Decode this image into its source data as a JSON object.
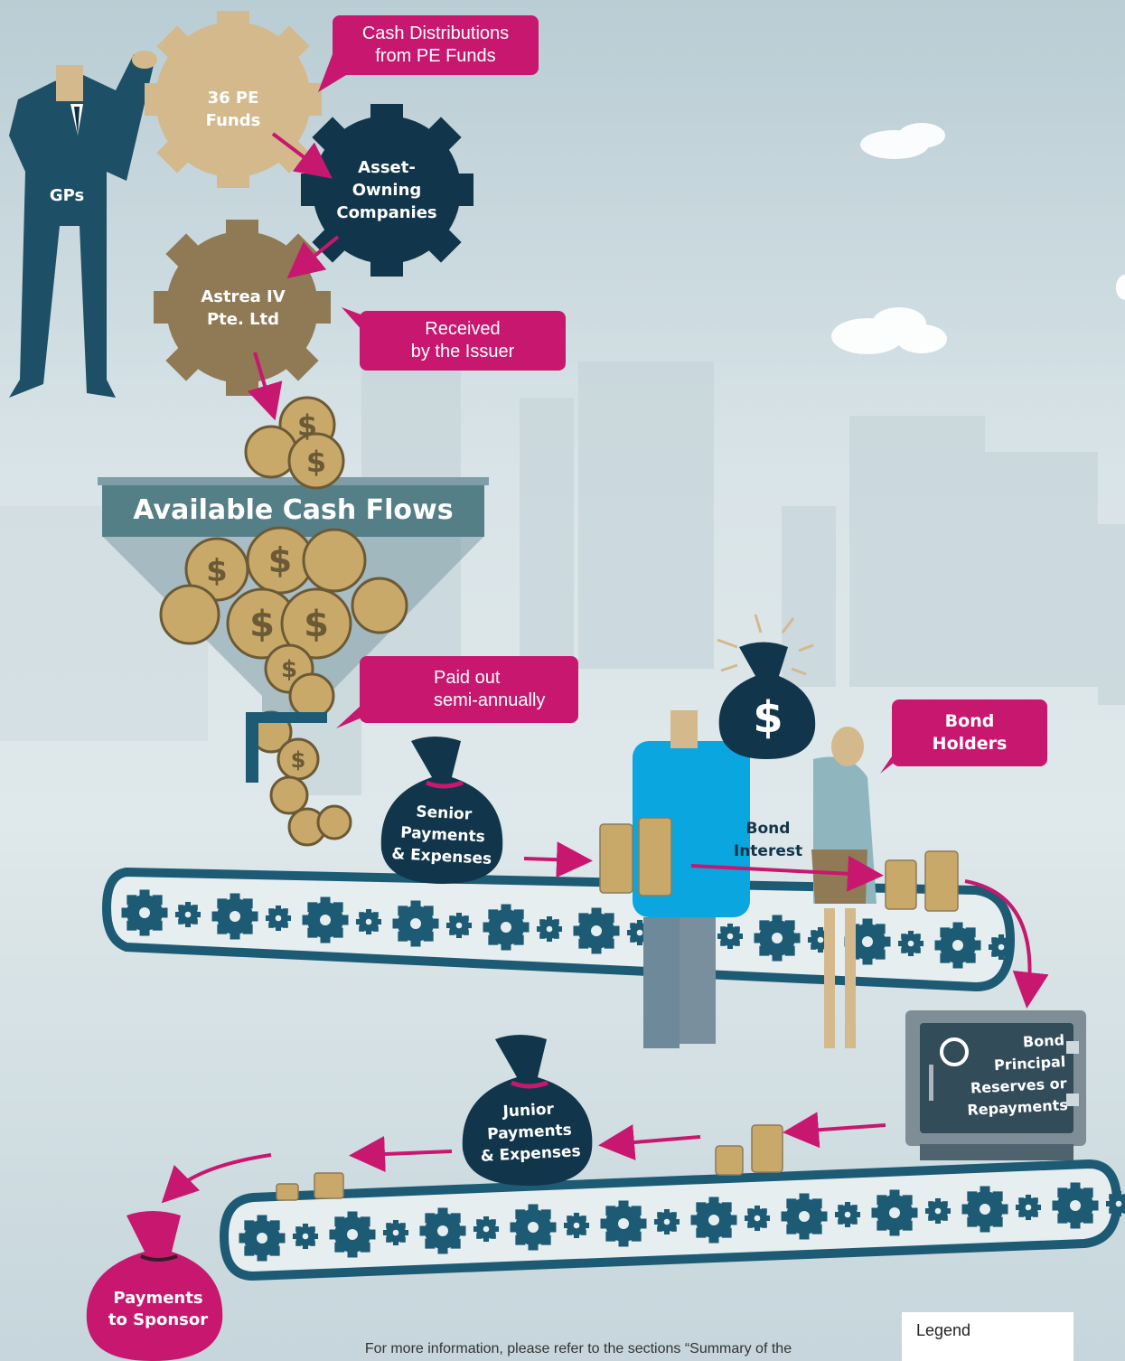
{
  "gears": {
    "pe_funds": "36 PE\nFunds",
    "asset_owning": "Asset-\nOwning\nCompanies",
    "astrea": "Astrea IV\nPte. Ltd"
  },
  "figures": {
    "gps": "GPs"
  },
  "callouts": {
    "cash_distributions": "Cash Distributions\nfrom PE Funds",
    "received": "Received\nby the Issuer",
    "paid_out": "Paid out\nsemi-annually",
    "bond_holders": "Bond\nHolders"
  },
  "funnel": {
    "title": "Available Cash Flows"
  },
  "bags": {
    "senior": "Senior\nPayments\n& Expenses",
    "junior": "Junior\nPayments\n& Expenses",
    "sponsor": "Payments\nto Sponsor"
  },
  "labels": {
    "bond_interest": "Bond\nInterest",
    "bond_principal": "Bond\nPrincipal\nReserves or\nRepayments"
  },
  "legend": {
    "title": "Legend"
  },
  "footnote": "For more information, please refer to the sections “Summary of the",
  "colors": {
    "magenta": "#c8176e",
    "navy": "#11364b",
    "teal": "#1d5a74",
    "tan": "#d4b98c",
    "brown": "#8f7a55",
    "coin": "#c9a96a"
  }
}
